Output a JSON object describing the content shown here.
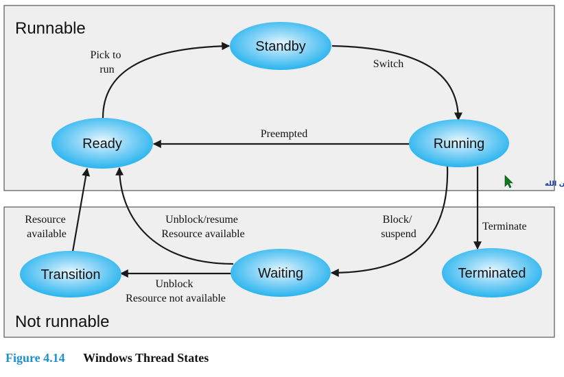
{
  "regions": {
    "runnable": "Runnable",
    "not_runnable": "Not runnable"
  },
  "states": {
    "standby": "Standby",
    "ready": "Ready",
    "running": "Running",
    "transition": "Transition",
    "waiting": "Waiting",
    "terminated": "Terminated"
  },
  "edges": {
    "pick_to_run": [
      "Pick to",
      "run"
    ],
    "switch": "Switch",
    "preempted": "Preempted",
    "terminate": "Terminate",
    "block_suspend": [
      "Block/",
      "suspend"
    ],
    "unblock_resume": [
      "Unblock/resume",
      "Resource available"
    ],
    "unblock_not_available": [
      "Unblock",
      "Resource not available"
    ],
    "resource_available": [
      "Resource",
      "available"
    ]
  },
  "watermark": "سبحان الله",
  "caption": {
    "number": "Figure 4.14",
    "title": "Windows Thread States"
  },
  "colors": {
    "region_fill": "#efefef",
    "region_border": "#555555",
    "state_fill_center": "#e6f7ff",
    "state_fill_edge": "#29b4ee",
    "caption_number": "#1f8fd1"
  }
}
